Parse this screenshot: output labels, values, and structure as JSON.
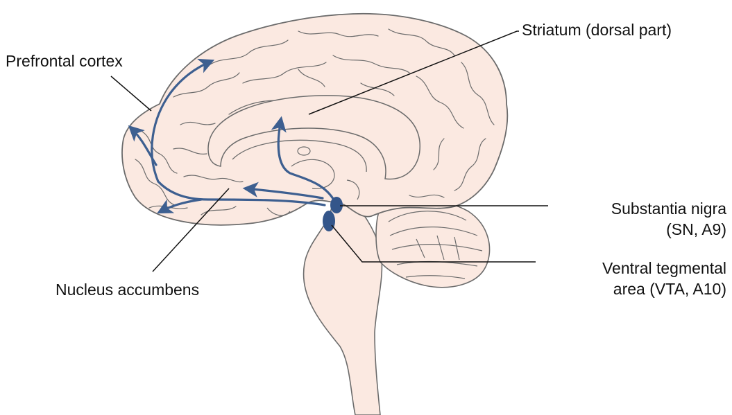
{
  "labels": {
    "prefrontal_cortex": "Prefrontal cortex",
    "striatum": "Striatum (dorsal part)",
    "substantia_nigra": {
      "line1": "Substantia nigra",
      "line2": "(SN, A9)"
    },
    "nucleus_accumbens": "Nucleus accumbens",
    "vta": {
      "line1": "Ventral tegmental",
      "line2": "area (VTA, A10)"
    }
  },
  "colors": {
    "brain_fill": "#fbe9e1",
    "brain_outline": "#6b6b6b",
    "pathway": "#3d5f90",
    "nucleus": "#34568a",
    "leader_line": "#111111"
  },
  "icons": {
    "arrowhead": "pathway-arrowhead"
  }
}
